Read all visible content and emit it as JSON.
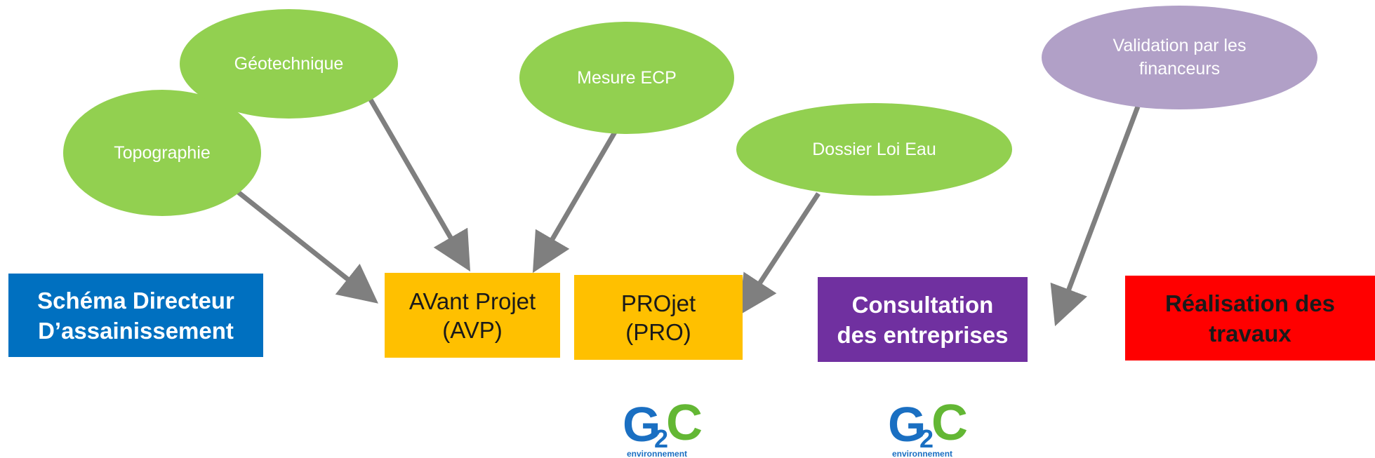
{
  "diagram": {
    "ovals": {
      "topographie": "Topographie",
      "geotechnique": "Géotechnique",
      "mesure_ecp": "Mesure ECP",
      "dossier_loi_eau": "Dossier Loi Eau",
      "validation_financeurs": "Validation par les\nfinanceurs"
    },
    "steps": {
      "schema_directeur": "Schéma Directeur\nD’assainissement",
      "avant_projet": "AVant Projet\n(AVP)",
      "projet": "PROjet\n(PRO)",
      "consultation": "Consultation\ndes entreprises",
      "realisation": "Réalisation des\ntravaux"
    },
    "logo": {
      "brand": "G",
      "subscript": "2",
      "letter_c": "C",
      "caption": "environnement"
    }
  },
  "colors": {
    "oval_green": "#92d050",
    "oval_purple": "#b1a0c7",
    "step_blue": "#0070c0",
    "step_orange": "#ffc000",
    "step_purple": "#7030a0",
    "step_red": "#ff0000",
    "arrow_gray": "#7f7f7f",
    "logo_blue": "#1a6fc2",
    "logo_green": "#63b734"
  }
}
